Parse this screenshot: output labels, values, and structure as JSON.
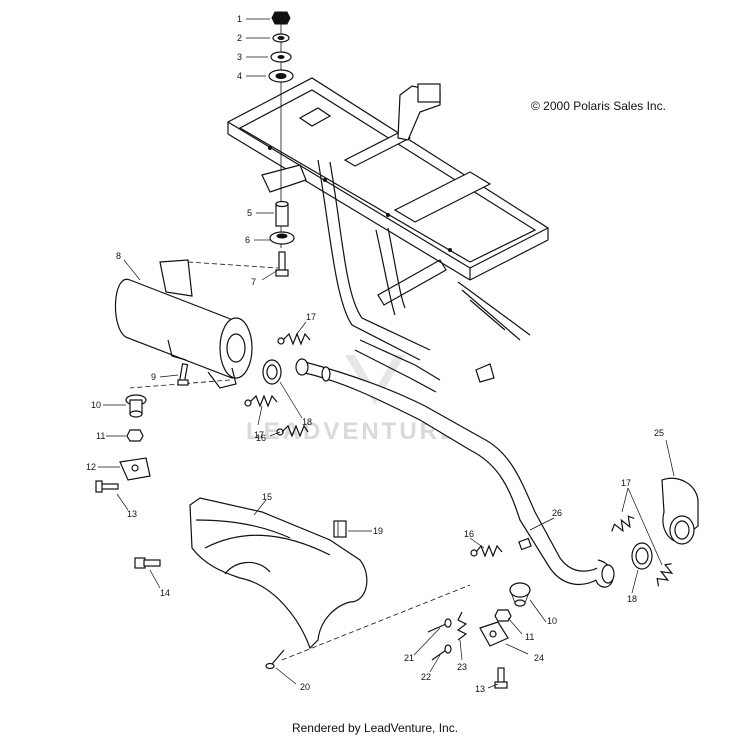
{
  "copyright": "© 2000 Polaris Sales Inc.",
  "footer": "Rendered by LeadVenture, Inc.",
  "watermark": "LEADVENTURE",
  "callouts": [
    "1",
    "2",
    "3",
    "4",
    "5",
    "6",
    "7",
    "8",
    "9",
    "10",
    "11",
    "12",
    "13",
    "14",
    "15",
    "16",
    "17",
    "17",
    "18",
    "19",
    "20",
    "21",
    "22",
    "23",
    "24",
    "25",
    "26",
    "17",
    "16",
    "18",
    "10",
    "11",
    "13"
  ]
}
